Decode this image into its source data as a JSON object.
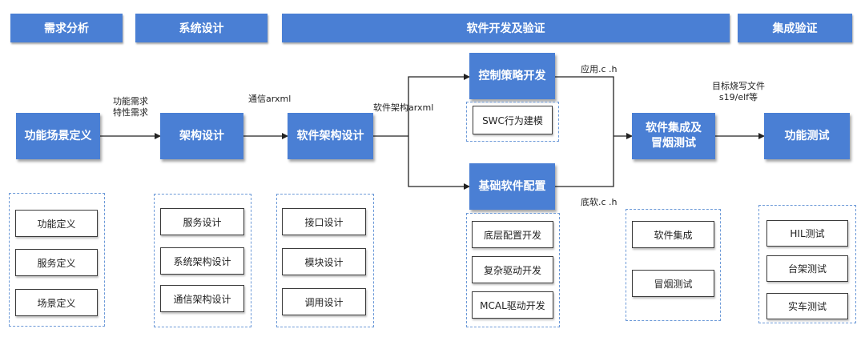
{
  "phases": [
    "需求分析",
    "系统设计",
    "软件开发及验证",
    "集成验证"
  ],
  "nodes": {
    "scene": "功能场景定义",
    "arch": "架构设计",
    "swarch": "软件架构设计",
    "ctrl": "控制策略开发",
    "base": "基础软件配置",
    "integ_line1": "软件集成及",
    "integ_line2": "冒烟测试",
    "functest": "功能测试"
  },
  "edge_labels": {
    "req_line1": "功能需求",
    "req_line2": "特性需求",
    "comm": "通信arxml",
    "swarxml": "软件架构arxml",
    "app": "应用.c .h",
    "lib": "底软.c .h",
    "target_line1": "目标烧写文件",
    "target_line2": "s19/elf等"
  },
  "groups": {
    "scene": [
      "功能定义",
      "服务定义",
      "场景定义"
    ],
    "arch": [
      "服务设计",
      "系统架构设计",
      "通信架构设计"
    ],
    "swarch": [
      "接口设计",
      "模块设计",
      "调用设计"
    ],
    "ctrl": [
      "SWC行为建模"
    ],
    "base": [
      "底层配置开发",
      "复杂驱动开发",
      "MCAL驱动开发"
    ],
    "integ": [
      "软件集成",
      "冒烟测试"
    ],
    "functest": [
      "HIL测试",
      "台架测试",
      "实车测试"
    ]
  }
}
